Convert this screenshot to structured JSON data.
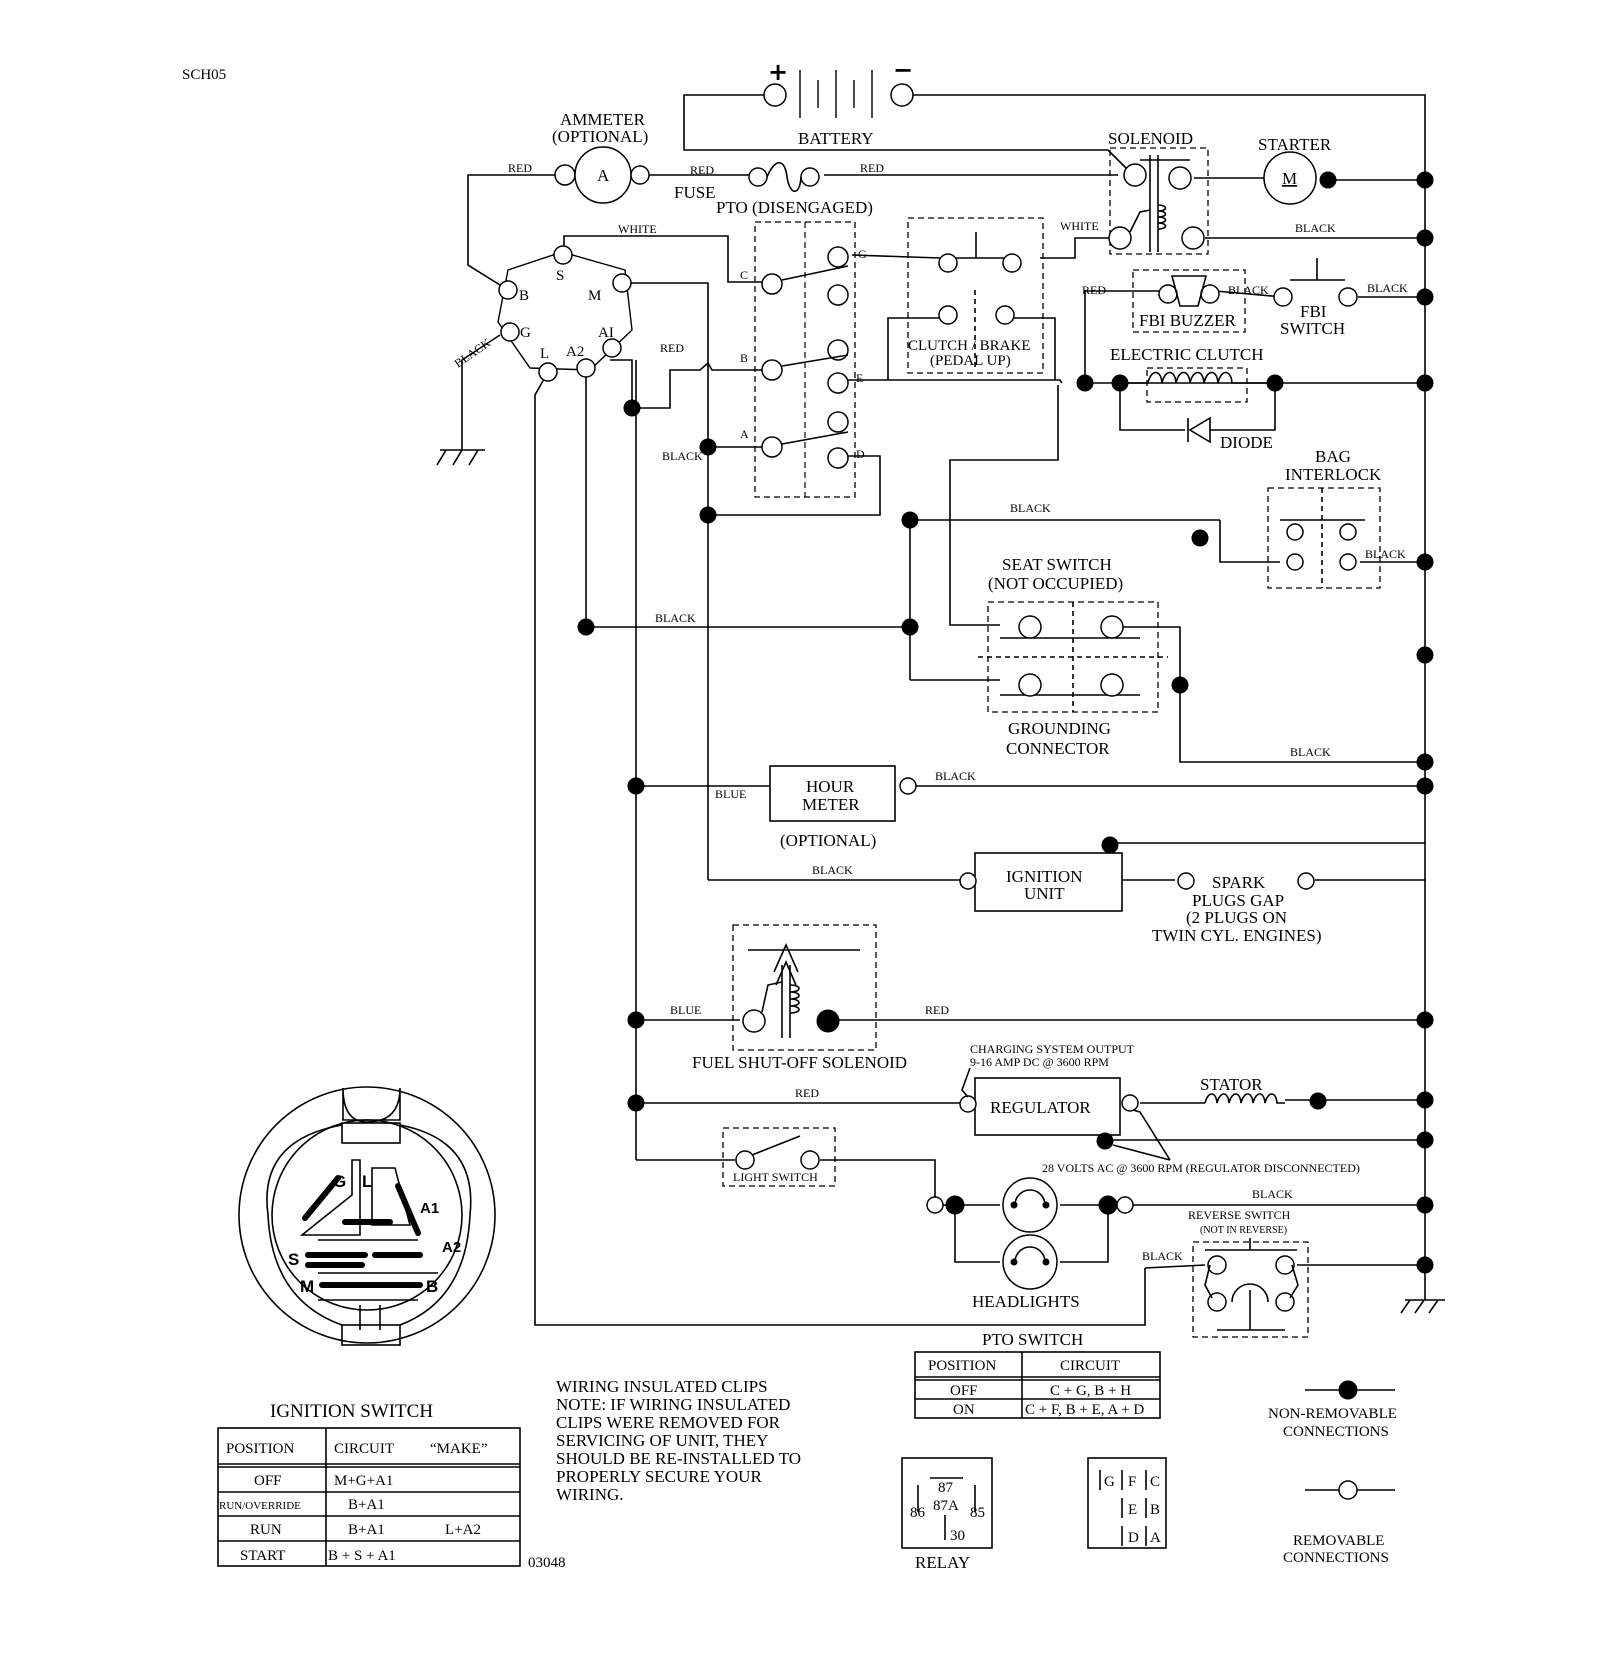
{
  "doc_code": "SCH05",
  "doc_number": "03048",
  "components": {
    "battery": "BATTERY",
    "battery_plus": "+",
    "battery_minus": "−",
    "ammeter_1": "AMMETER",
    "ammeter_2": "(OPTIONAL)",
    "ammeter_symbol": "A",
    "fuse": "FUSE",
    "pto": "PTO (DISENGAGED)",
    "solenoid": "SOLENOID",
    "starter": "STARTER",
    "starter_symbol": "M",
    "clutch_brake_1": "CLUTCH / BRAKE",
    "clutch_brake_2": "(PEDAL UP)",
    "fbi_buzzer": "FBI BUZZER",
    "fbi_switch_1": "FBI",
    "fbi_switch_2": "SWITCH",
    "electric_clutch": "ELECTRIC CLUTCH",
    "diode": "DIODE",
    "bag_interlock_1": "BAG",
    "bag_interlock_2": "INTERLOCK",
    "seat_switch_1": "SEAT SWITCH",
    "seat_switch_2": "(NOT OCCUPIED)",
    "grounding_1": "GROUNDING",
    "grounding_2": "CONNECTOR",
    "hour_meter_1": "HOUR",
    "hour_meter_2": "METER",
    "hour_meter_opt": "(OPTIONAL)",
    "ignition_unit_1": "IGNITION",
    "ignition_unit_2": "UNIT",
    "spark_1": "SPARK",
    "spark_2": "PLUGS GAP",
    "spark_3": "(2 PLUGS ON",
    "spark_4": "TWIN CYL. ENGINES)",
    "fuel_solenoid": "FUEL SHUT-OFF SOLENOID",
    "charging_1": "CHARGING SYSTEM OUTPUT",
    "charging_2": "9-16 AMP DC @ 3600 RPM",
    "regulator": "REGULATOR",
    "stator": "STATOR",
    "ac_note": "28 VOLTS AC @ 3600 RPM (REGULATOR DISCONNECTED)",
    "light_switch": "LIGHT SWITCH",
    "headlights": "HEADLIGHTS",
    "reverse_1": "REVERSE SWITCH",
    "reverse_2": "(NOT IN REVERSE)",
    "relay": "RELAY"
  },
  "ignition_terminals": {
    "b": "B",
    "s": "S",
    "m": "M",
    "g": "G",
    "l": "L",
    "a2": "A2",
    "a1": "AI"
  },
  "pto_terminals": {
    "c": "C",
    "g": "G",
    "b": "B",
    "e": "E",
    "a": "A",
    "d": "D"
  },
  "wire_labels": {
    "red_amm_left": "RED",
    "red_amm_right": "RED",
    "red_fuse_right": "RED",
    "white_top": "WHITE",
    "white_sol": "WHITE",
    "black_starter": "BLACK",
    "red_fbi": "RED",
    "black_fbi_1": "BLACK",
    "black_fbi_2": "BLACK",
    "black_ground": "BLACK",
    "red_pto": "RED",
    "black_pto": "BLACK",
    "black_bag_top": "BLACK",
    "black_bag_right": "BLACK",
    "black_seat": "BLACK",
    "black_gnd_conn": "BLACK",
    "blue_hour": "BLUE",
    "black_hour": "BLACK",
    "black_ign": "BLACK",
    "blue_fuel": "BLUE",
    "red_fuel": "RED",
    "red_reg": "RED",
    "black_headlight": "BLACK",
    "black_reverse": "BLACK"
  },
  "ignition_switch": {
    "title": "IGNITION SWITCH",
    "face": {
      "g": "G",
      "l": "L",
      "a1": "A1",
      "a2": "A2",
      "s": "S",
      "m": "M",
      "b": "B"
    },
    "header": [
      "POSITION",
      "CIRCUIT",
      "“MAKE”"
    ],
    "rows": [
      {
        "pos": "OFF",
        "c1": "M+G+A1",
        "c2": ""
      },
      {
        "pos": "RUN/OVERRIDE",
        "c1": "B+A1",
        "c2": ""
      },
      {
        "pos": "RUN",
        "c1": "B+A1",
        "c2": "L+A2"
      },
      {
        "pos": "START",
        "c1": "B + S + A1",
        "c2": ""
      }
    ]
  },
  "pto_switch": {
    "title": "PTO SWITCH",
    "header": [
      "POSITION",
      "CIRCUIT"
    ],
    "rows": [
      {
        "pos": "OFF",
        "circuit": "C + G, B + H"
      },
      {
        "pos": "ON",
        "circuit": "C + F, B + E, A + D"
      }
    ]
  },
  "note": [
    "WIRING INSULATED CLIPS",
    "NOTE:  IF WIRING INSULATED",
    "CLIPS WERE REMOVED FOR",
    "SERVICING OF UNIT, THEY",
    "SHOULD BE RE-INSTALLED TO",
    "PROPERLY SECURE YOUR",
    "WIRING."
  ],
  "relay_pins": {
    "p87": "87",
    "p87a": "87A",
    "p86": "86",
    "p85": "85",
    "p30": "30"
  },
  "pto_pins": {
    "g": "G",
    "f": "F",
    "c": "C",
    "e": "E",
    "b": "B",
    "d": "D",
    "a": "A"
  },
  "legend": {
    "non_removable_1": "NON-REMOVABLE",
    "non_removable_2": "CONNECTIONS",
    "removable_1": "REMOVABLE",
    "removable_2": "CONNECTIONS"
  }
}
